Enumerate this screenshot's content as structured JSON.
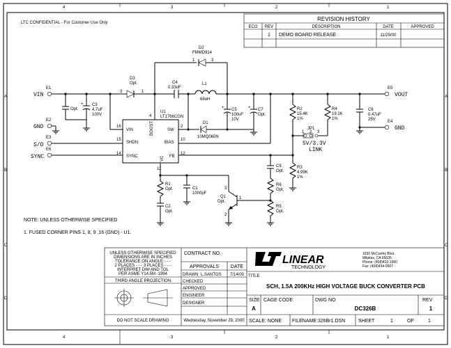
{
  "header": {
    "confidential": "LTC CONFIDENTIAL - For Customer Use Only"
  },
  "zones": {
    "top": [
      "4",
      "3",
      "2",
      "1"
    ],
    "side": [
      "A",
      "B",
      "C",
      "D"
    ]
  },
  "revision_history": {
    "title": "REVISION HISTORY",
    "columns": [
      "ECO",
      "REV",
      "DESCRIPTION",
      "DATE",
      "APPROVED"
    ],
    "rows": [
      {
        "eco": "",
        "rev": "1",
        "description": "DEMO BOARD RELEASE",
        "date": "11/29/00",
        "approved": ""
      }
    ]
  },
  "nets": {
    "vin": "VIN",
    "gnd_left": "GND",
    "sd": "S/D",
    "sync": "SYNC",
    "vout": "VOUT",
    "gnd_right": "GND",
    "link": "5V/3.3V",
    "link2": "LINK"
  },
  "terminals": {
    "e1": "E1",
    "e2": "E2",
    "e3": "E3",
    "e6": "E6",
    "e5": "E5",
    "e4": "E4"
  },
  "components": {
    "d2": {
      "ref": "D2",
      "part": "FMMD914"
    },
    "d3": {
      "ref": "D3",
      "val": "Opt."
    },
    "c4": {
      "ref": "C4",
      "val": "0.33uF"
    },
    "l1": {
      "ref": "L1",
      "val": "68uH"
    },
    "u1": {
      "ref": "U1",
      "part": "LT1766CGN"
    },
    "c_opt": {
      "val": "Opt."
    },
    "c3": {
      "ref": "C3",
      "val1": "4.7uF",
      "val2": "100V"
    },
    "c5": {
      "ref": "C5",
      "val1": "100uF",
      "val2": "10V"
    },
    "c7": {
      "ref": "C7",
      "val": "Opt."
    },
    "d1": {
      "ref": "D1",
      "part": "10MQ060N"
    },
    "r2": {
      "ref": "R2",
      "val1": "15.4K",
      "val2": "1%"
    },
    "r4": {
      "ref": "R4",
      "val1": "19.1K",
      "val2": "1%"
    },
    "c6": {
      "ref": "C6",
      "val1": "0.47uF",
      "val2": "25V"
    },
    "jp1": {
      "ref": "JP1"
    },
    "r3": {
      "ref": "R3",
      "val1": "4.99K",
      "val2": "1%"
    },
    "c9": {
      "ref": "C9",
      "val": "Opt."
    },
    "r6": {
      "ref": "R6",
      "val": "Opt."
    },
    "r5": {
      "ref": "R5",
      "val": "Opt."
    },
    "q1": {
      "ref": "Q1",
      "val": "Opt."
    },
    "r1": {
      "ref": "R1",
      "val": "Opt."
    },
    "c1": {
      "ref": "C1",
      "val": "1000pF"
    },
    "c2": {
      "ref": "C2",
      "val": "Opt."
    }
  },
  "ic_pins": {
    "vin": "VIN",
    "shdn": "SHDN",
    "sync": "SYNC",
    "sw": "SW",
    "bias": "BIAS",
    "fb": "FB",
    "boost": "BOOST",
    "vc": "VC",
    "n16": "16",
    "n15": "15",
    "n14": "14",
    "n2": "2",
    "n10": "10",
    "n12": "12",
    "n4": "4",
    "n11": "11"
  },
  "pin_nums": {
    "d3a": "3",
    "d3k": "1",
    "d2a": "1",
    "d2k": "3",
    "q1c": "3",
    "q1b": "1",
    "q1e": "2",
    "jp_a": "1",
    "jp_b": "2",
    "jp_c": "3",
    "c_plus": "+"
  },
  "notes": {
    "title": "NOTE: UNLESS OTHERWISE SPECIFIED",
    "n1": "1. FUSED CORNER PINS 1, 8, 9 ,16 (GND) - U1."
  },
  "title_block": {
    "tolerance": [
      "UNLESS OTHERWISE SPECIFIED",
      "DIMENSIONS ARE IN INCHES",
      "TOLERANCE ON ANGLE - - -",
      "2 PLACES - - -   3 PLACES - - -",
      "INTERPRET DIM AND TOL",
      "PER ASME Y14.5M -1994"
    ],
    "third_angle": "THIRD ANGLE PROJECTION",
    "do_not_scale": "DO NOT SCALE DRAWING",
    "contract": "CONTRACT NO.",
    "approvals": "APPROVALS",
    "date_hdr": "DATE",
    "drawn": "DRAWN",
    "drawn_by": "L.SANTOS",
    "drawn_date": "7/14/00",
    "checked": "CHECKED",
    "approved": "APPROVED",
    "engineer": "ENGINEER",
    "designer": "DESIGNER",
    "print_date": "Wednesday, November 29, 2000",
    "company": "LINEAR",
    "company_sub": "TECHNOLOGY",
    "address": [
      "1630 McCarthy Blvd.",
      "Milpitas, CA 95035",
      "Phone: (408)432-1900",
      "Fax: (408)434-0507"
    ],
    "title_label": "TITLE",
    "title": "SCH, 1.5A 200KHz HIGH VOLTAGE BUCK CONVERTER PCB",
    "size_label": "SIZE",
    "size": "A",
    "cage_label": "CAGE CODE",
    "dwg_label": "DWG NO",
    "dwg": "DC326B",
    "rev_label": "REV",
    "rev": "1",
    "scale": "SCALE: NONE",
    "filename": "FILENAME:326Br1.DSN",
    "sheet_label": "SHEET",
    "sheet": "1",
    "of_label": "OF",
    "of": "1"
  }
}
